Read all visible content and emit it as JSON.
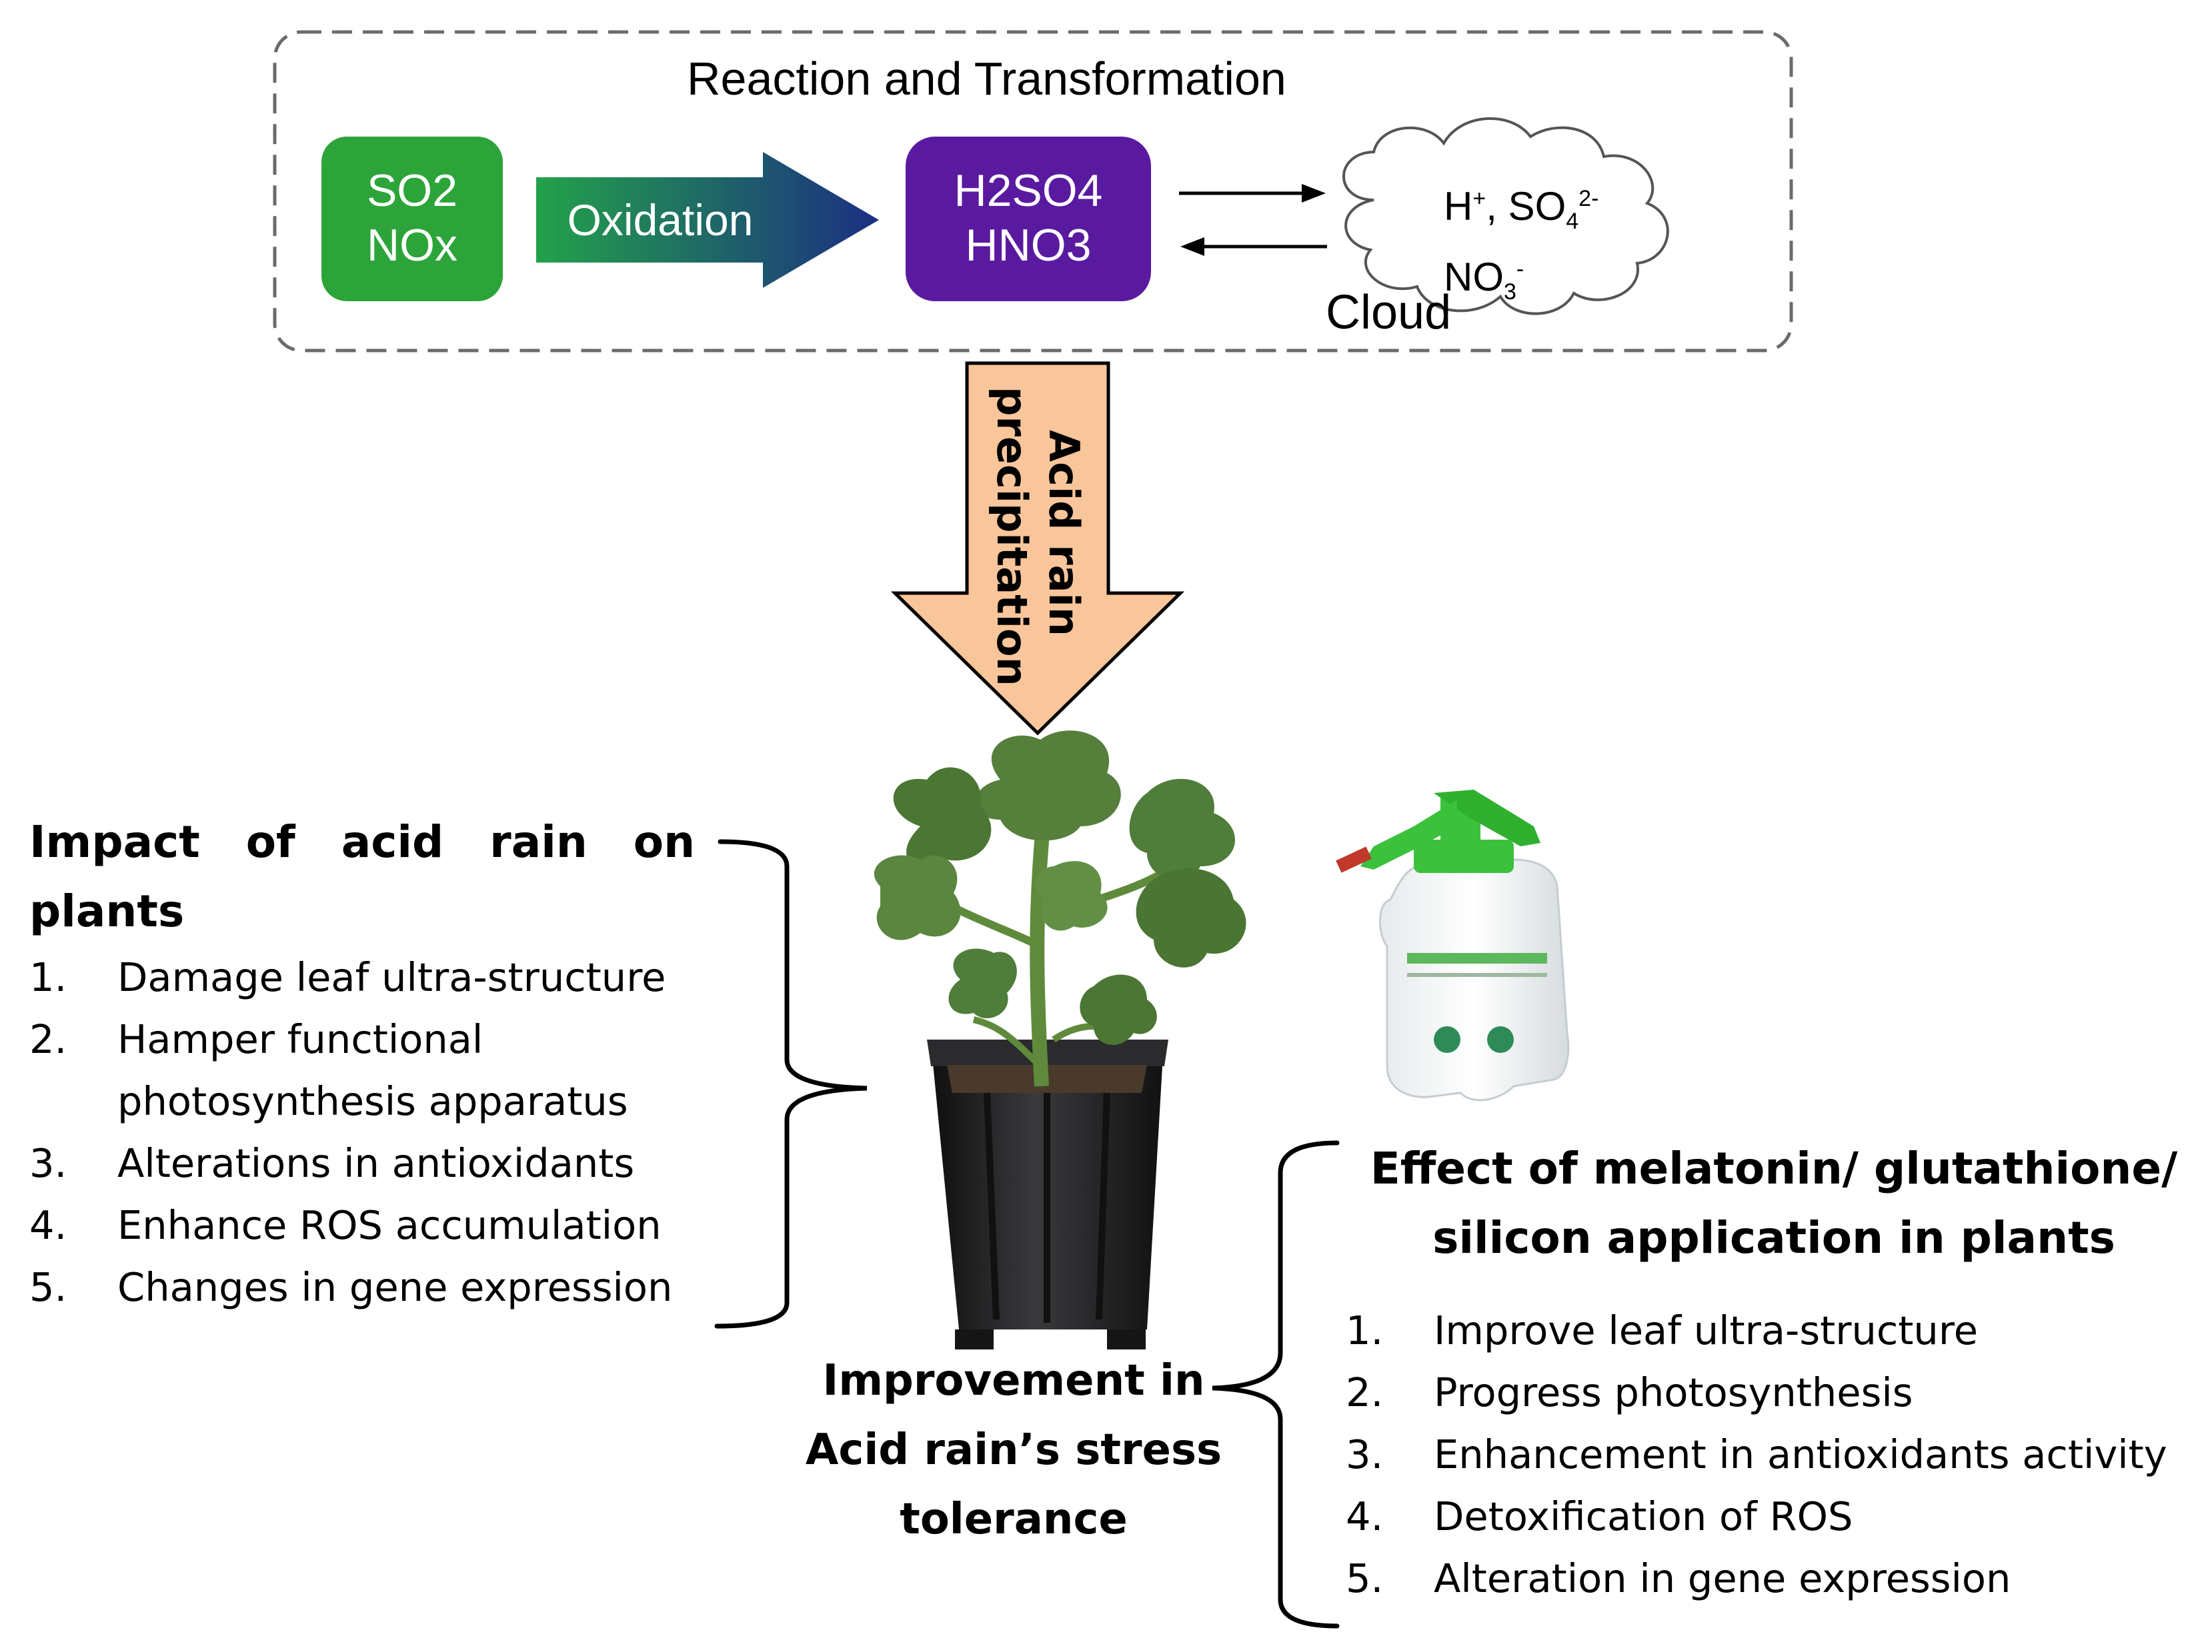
{
  "top_box": {
    "title": "Reaction and Transformation",
    "reactant_line1": "SO2",
    "reactant_line2": "NOx",
    "arrow_label": "Oxidation",
    "product_line1": "H2SO4",
    "product_line2": "HNO3",
    "cloud_ion_h": "H",
    "cloud_ion_h_charge": "+",
    "cloud_ion_so4": "SO",
    "cloud_ion_so4_sub": "4",
    "cloud_ion_so4_charge": "2-",
    "cloud_ion_no3": "NO",
    "cloud_ion_no3_sub": "3",
    "cloud_ion_no3_charge": "-",
    "cloud_label": "Cloud"
  },
  "down_arrow": {
    "line1": "Acid rain",
    "line2": "precipitation"
  },
  "impact": {
    "heading_line1": "Impact   of   acid   rain   on",
    "heading_line2": "plants",
    "items": [
      {
        "num": "1.",
        "text": "Damage leaf ultra-structure"
      },
      {
        "num": "2.",
        "text": "Hamper functional"
      },
      {
        "num": "",
        "text": "photosynthesis apparatus"
      },
      {
        "num": "3.",
        "text": "Alterations in antioxidants"
      },
      {
        "num": "4.",
        "text": "Enhance ROS accumulation"
      },
      {
        "num": "5.",
        "text": "Changes in gene expression"
      }
    ]
  },
  "improvement": {
    "line1": "Improvement in",
    "line2": "Acid rain’s stress",
    "line3": "tolerance"
  },
  "effect": {
    "heading_line1": "Effect of melatonin/ glutathione/",
    "heading_line2": "silicon application in plants",
    "items": [
      {
        "num": "1.",
        "text": "Improve leaf ultra-structure"
      },
      {
        "num": "2.",
        "text": "Progress photosynthesis"
      },
      {
        "num": "3.",
        "text": "Enhancement in antioxidants activity"
      },
      {
        "num": "4.",
        "text": "Detoxification of ROS"
      },
      {
        "num": "5.",
        "text": "Alteration in gene expression"
      }
    ]
  },
  "colors": {
    "reactant_fill": "#2da43a",
    "product_fill": "#5a1aa0",
    "arrow_start": "#23a24a",
    "arrow_end": "#1b2f82",
    "down_arrow_fill": "#f9c59a",
    "pot": "#1e1e20",
    "leaf": "#4f7d3a",
    "sprayer_green": "#3cc13c"
  }
}
